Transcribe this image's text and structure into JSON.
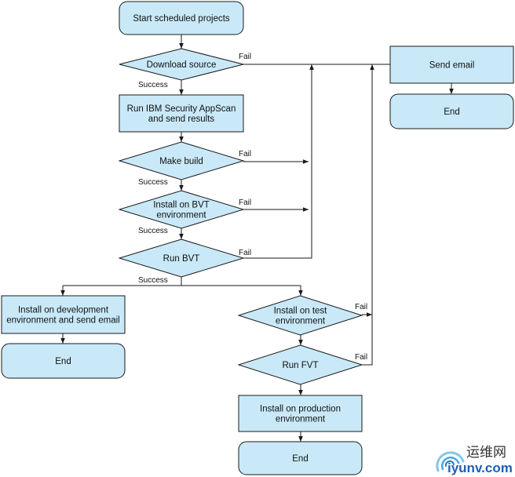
{
  "colors": {
    "node_fill": "#c9e9f8",
    "stroke": "#1a1a1a",
    "text": "#111111",
    "watermark_blue": "#1f5fb5"
  },
  "nodes": {
    "start": [
      "Start scheduled projects"
    ],
    "download": [
      "Download source"
    ],
    "appscan": [
      "Run IBM Security AppScan",
      "and send results"
    ],
    "make_build": [
      "Make build"
    ],
    "install_bvt": [
      "Install on BVT",
      "environment"
    ],
    "run_bvt": [
      "Run BVT"
    ],
    "install_dev": [
      "Install on development",
      "environment and send email"
    ],
    "end_dev": [
      "End"
    ],
    "install_test": [
      "Install on test",
      "environment"
    ],
    "run_fvt": [
      "Run FVT"
    ],
    "install_prod": [
      "Install on production",
      "environment"
    ],
    "end_prod": [
      "End"
    ],
    "send_email": [
      "Send email"
    ],
    "end_email": [
      "End"
    ]
  },
  "edge_labels": {
    "fail": "Fail",
    "success": "Success"
  },
  "watermark": {
    "cn": "运维网",
    "en": "iyunv.com"
  }
}
